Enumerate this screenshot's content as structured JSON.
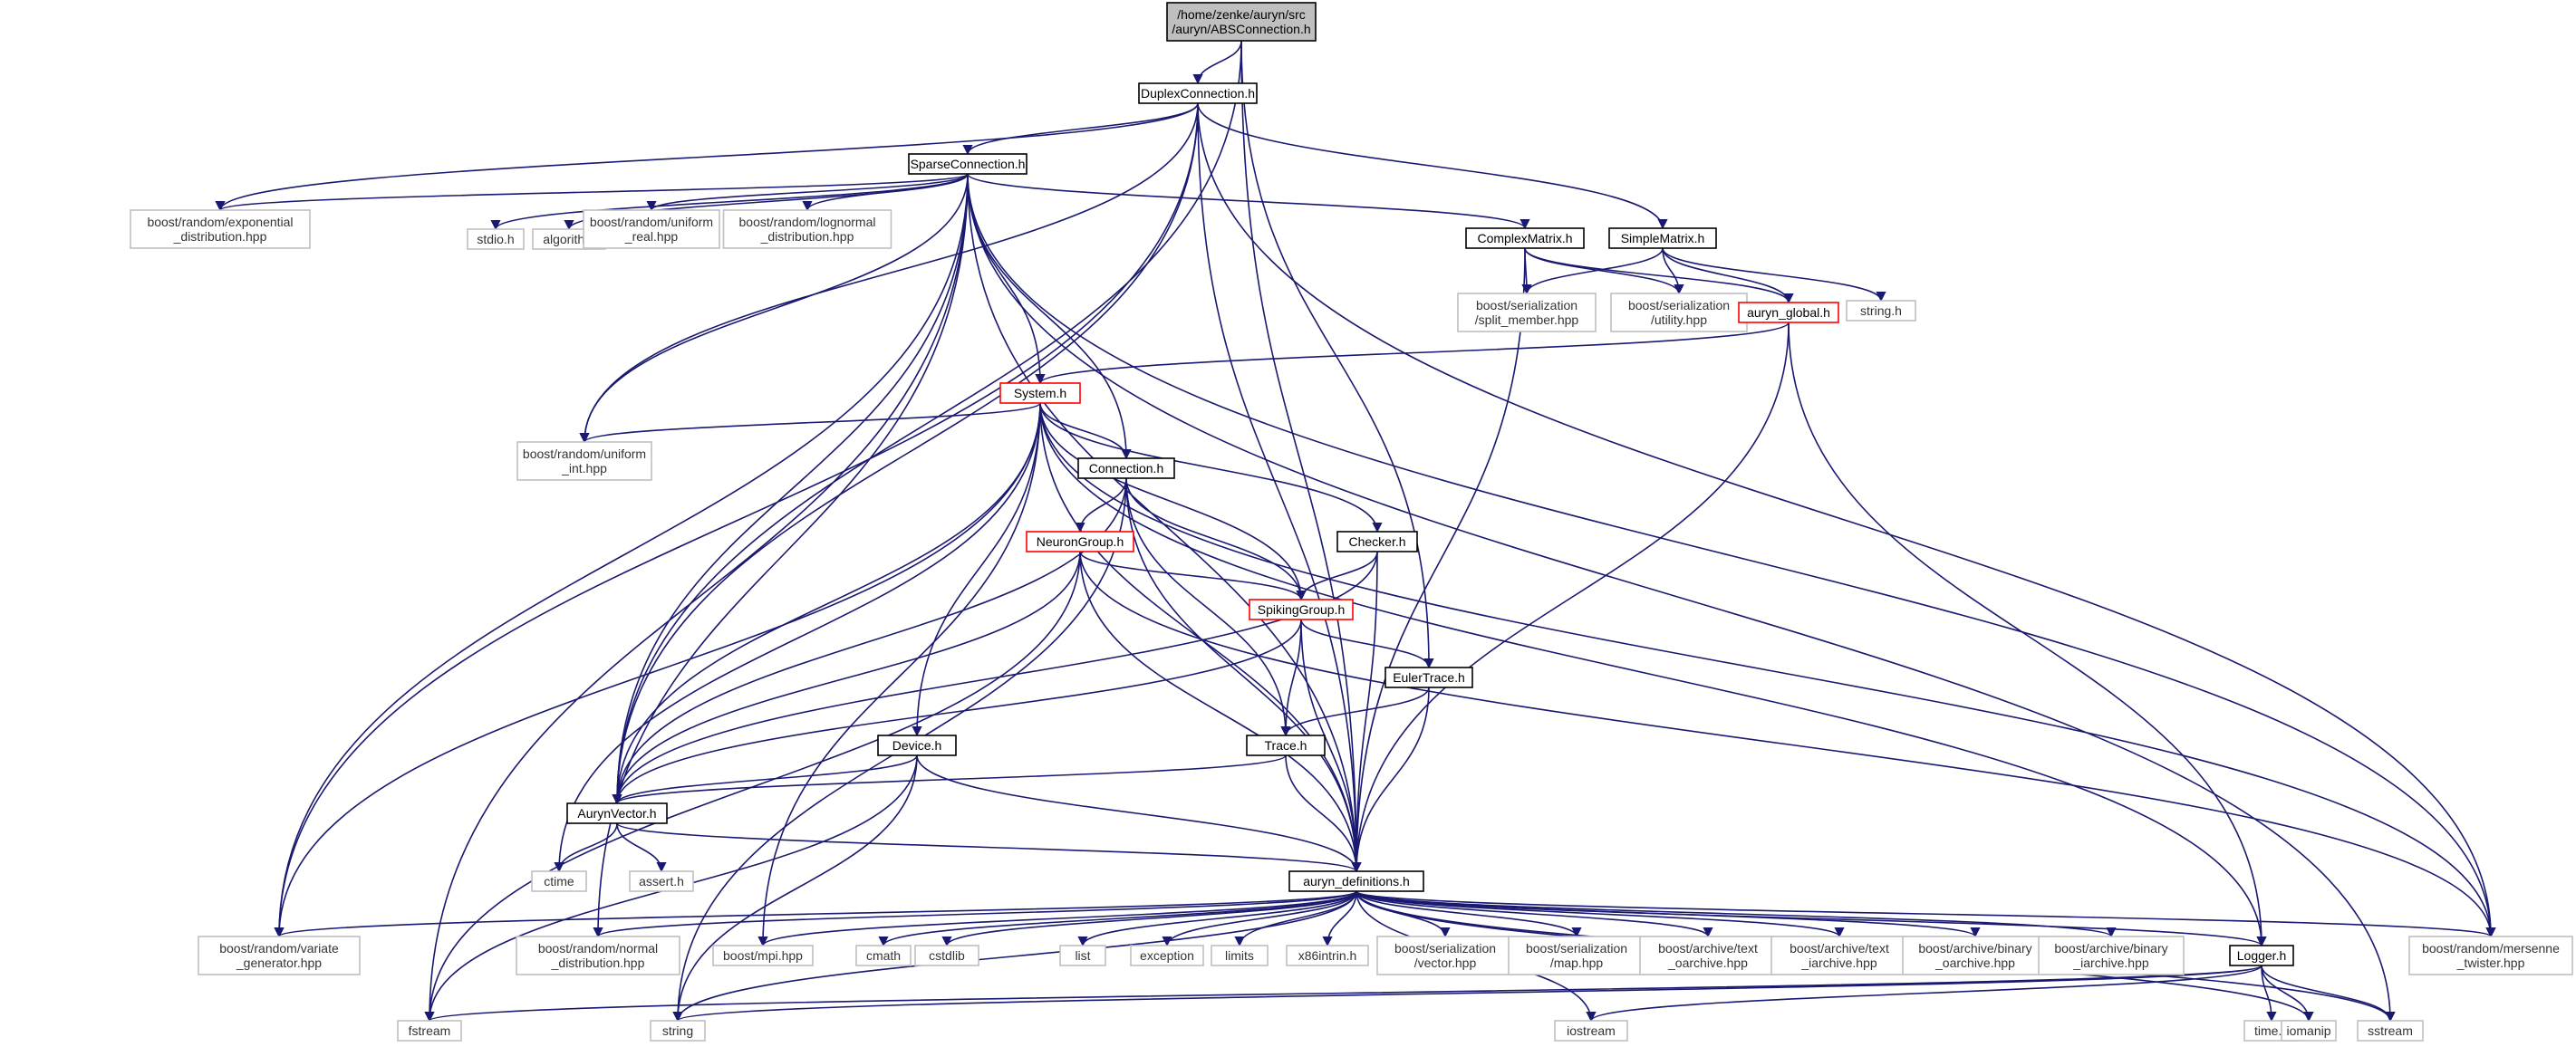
{
  "colors": {
    "edge": "#191970",
    "root_fill": "#bfbfbf",
    "root_border": "#000000",
    "internal_border": "#000000",
    "incomplete_border": "#ff0000",
    "external_border": "#bfbfbf",
    "external_text": "#333333"
  },
  "nodes": [
    {
      "id": "abs",
      "kind": "root",
      "lines": [
        "/home/zenke/auryn/src",
        "/auryn/ABSConnection.h"
      ]
    },
    {
      "id": "duplex",
      "kind": "internal",
      "lines": [
        "DuplexConnection.h"
      ]
    },
    {
      "id": "sparse",
      "kind": "internal",
      "lines": [
        "SparseConnection.h"
      ]
    },
    {
      "id": "bexp",
      "kind": "external",
      "lines": [
        "boost/random/exponential",
        "_distribution.hpp"
      ]
    },
    {
      "id": "stdio",
      "kind": "external",
      "lines": [
        "stdio.h"
      ]
    },
    {
      "id": "algorithm",
      "kind": "external",
      "lines": [
        "algorithm"
      ]
    },
    {
      "id": "bunireal",
      "kind": "external",
      "lines": [
        "boost/random/uniform",
        "_real.hpp"
      ]
    },
    {
      "id": "blognormal",
      "kind": "external",
      "lines": [
        "boost/random/lognormal",
        "_distribution.hpp"
      ]
    },
    {
      "id": "complex",
      "kind": "internal",
      "lines": [
        "ComplexMatrix.h"
      ]
    },
    {
      "id": "simple",
      "kind": "internal",
      "lines": [
        "SimpleMatrix.h"
      ]
    },
    {
      "id": "bsplit",
      "kind": "external",
      "lines": [
        "boost/serialization",
        "/split_member.hpp"
      ]
    },
    {
      "id": "butility",
      "kind": "external",
      "lines": [
        "boost/serialization",
        "/utility.hpp"
      ]
    },
    {
      "id": "global",
      "kind": "incomplete",
      "lines": [
        "auryn_global.h"
      ]
    },
    {
      "id": "stringh",
      "kind": "external",
      "lines": [
        "string.h"
      ]
    },
    {
      "id": "system",
      "kind": "incomplete",
      "lines": [
        "System.h"
      ]
    },
    {
      "id": "buniint",
      "kind": "external",
      "lines": [
        "boost/random/uniform",
        "_int.hpp"
      ]
    },
    {
      "id": "connection",
      "kind": "internal",
      "lines": [
        "Connection.h"
      ]
    },
    {
      "id": "checker",
      "kind": "internal",
      "lines": [
        "Checker.h"
      ]
    },
    {
      "id": "neurongroup",
      "kind": "incomplete",
      "lines": [
        "NeuronGroup.h"
      ]
    },
    {
      "id": "spiking",
      "kind": "incomplete",
      "lines": [
        "SpikingGroup.h"
      ]
    },
    {
      "id": "euler",
      "kind": "internal",
      "lines": [
        "EulerTrace.h"
      ]
    },
    {
      "id": "device",
      "kind": "internal",
      "lines": [
        "Device.h"
      ]
    },
    {
      "id": "trace",
      "kind": "internal",
      "lines": [
        "Trace.h"
      ]
    },
    {
      "id": "vector",
      "kind": "internal",
      "lines": [
        "AurynVector.h"
      ]
    },
    {
      "id": "ctime",
      "kind": "external",
      "lines": [
        "ctime"
      ]
    },
    {
      "id": "asserth",
      "kind": "external",
      "lines": [
        "assert.h"
      ]
    },
    {
      "id": "defs",
      "kind": "internal",
      "lines": [
        "auryn_definitions.h"
      ]
    },
    {
      "id": "bvariate",
      "kind": "external",
      "lines": [
        "boost/random/variate",
        "_generator.hpp"
      ]
    },
    {
      "id": "bnormal",
      "kind": "external",
      "lines": [
        "boost/random/normal",
        "_distribution.hpp"
      ]
    },
    {
      "id": "bmpi",
      "kind": "external",
      "lines": [
        "boost/mpi.hpp"
      ]
    },
    {
      "id": "cmath",
      "kind": "external",
      "lines": [
        "cmath"
      ]
    },
    {
      "id": "cstdlib",
      "kind": "external",
      "lines": [
        "cstdlib"
      ]
    },
    {
      "id": "list",
      "kind": "external",
      "lines": [
        "list"
      ]
    },
    {
      "id": "exception",
      "kind": "external",
      "lines": [
        "exception"
      ]
    },
    {
      "id": "limits",
      "kind": "external",
      "lines": [
        "limits"
      ]
    },
    {
      "id": "x86",
      "kind": "external",
      "lines": [
        "x86intrin.h"
      ]
    },
    {
      "id": "bvector",
      "kind": "external",
      "lines": [
        "boost/serialization",
        "/vector.hpp"
      ]
    },
    {
      "id": "bmap",
      "kind": "external",
      "lines": [
        "boost/serialization",
        "/map.hpp"
      ]
    },
    {
      "id": "btoarch",
      "kind": "external",
      "lines": [
        "boost/archive/text",
        "_oarchive.hpp"
      ]
    },
    {
      "id": "btiarch",
      "kind": "external",
      "lines": [
        "boost/archive/text",
        "_iarchive.hpp"
      ]
    },
    {
      "id": "bboarch",
      "kind": "external",
      "lines": [
        "boost/archive/binary",
        "_oarchive.hpp"
      ]
    },
    {
      "id": "bbiarch",
      "kind": "external",
      "lines": [
        "boost/archive/binary",
        "_iarchive.hpp"
      ]
    },
    {
      "id": "logger",
      "kind": "internal",
      "lines": [
        "Logger.h"
      ]
    },
    {
      "id": "bmersenne",
      "kind": "external",
      "lines": [
        "boost/random/mersenne",
        "_twister.hpp"
      ]
    },
    {
      "id": "fstream",
      "kind": "external",
      "lines": [
        "fstream"
      ]
    },
    {
      "id": "string",
      "kind": "external",
      "lines": [
        "string"
      ]
    },
    {
      "id": "iostream",
      "kind": "external",
      "lines": [
        "iostream"
      ]
    },
    {
      "id": "timeh",
      "kind": "external",
      "lines": [
        "time.h"
      ]
    },
    {
      "id": "iomanip",
      "kind": "external",
      "lines": [
        "iomanip"
      ]
    },
    {
      "id": "sstream",
      "kind": "external",
      "lines": [
        "sstream"
      ]
    }
  ],
  "edges": [
    [
      "abs",
      "duplex"
    ],
    [
      "abs",
      "vector"
    ],
    [
      "abs",
      "euler"
    ],
    [
      "abs",
      "defs"
    ],
    [
      "duplex",
      "sparse"
    ],
    [
      "duplex",
      "simple"
    ],
    [
      "duplex",
      "bexp"
    ],
    [
      "duplex",
      "buniint"
    ],
    [
      "duplex",
      "bvariate"
    ],
    [
      "duplex",
      "vector"
    ],
    [
      "duplex",
      "defs"
    ],
    [
      "duplex",
      "bmersenne"
    ],
    [
      "sparse",
      "bexp"
    ],
    [
      "sparse",
      "stdio"
    ],
    [
      "sparse",
      "algorithm"
    ],
    [
      "sparse",
      "bunireal"
    ],
    [
      "sparse",
      "blognormal"
    ],
    [
      "sparse",
      "complex"
    ],
    [
      "sparse",
      "system"
    ],
    [
      "sparse",
      "connection"
    ],
    [
      "sparse",
      "buniint"
    ],
    [
      "sparse",
      "vector"
    ],
    [
      "sparse",
      "bvariate"
    ],
    [
      "sparse",
      "fstream"
    ],
    [
      "sparse",
      "bnormal"
    ],
    [
      "sparse",
      "defs"
    ],
    [
      "sparse",
      "bmersenne"
    ],
    [
      "sparse",
      "sstream"
    ],
    [
      "complex",
      "bsplit"
    ],
    [
      "complex",
      "butility"
    ],
    [
      "complex",
      "global"
    ],
    [
      "complex",
      "defs"
    ],
    [
      "simple",
      "bsplit"
    ],
    [
      "simple",
      "butility"
    ],
    [
      "simple",
      "global"
    ],
    [
      "simple",
      "stringh"
    ],
    [
      "global",
      "system"
    ],
    [
      "global",
      "defs"
    ],
    [
      "global",
      "logger"
    ],
    [
      "system",
      "connection"
    ],
    [
      "system",
      "buniint"
    ],
    [
      "system",
      "checker"
    ],
    [
      "system",
      "spiking"
    ],
    [
      "system",
      "device"
    ],
    [
      "system",
      "vector"
    ],
    [
      "system",
      "ctime"
    ],
    [
      "system",
      "bvariate"
    ],
    [
      "system",
      "bmpi"
    ],
    [
      "system",
      "defs"
    ],
    [
      "system",
      "bmersenne"
    ],
    [
      "system",
      "logger"
    ],
    [
      "connection",
      "neurongroup"
    ],
    [
      "connection",
      "spiking"
    ],
    [
      "connection",
      "trace"
    ],
    [
      "connection",
      "vector"
    ],
    [
      "connection",
      "defs"
    ],
    [
      "connection",
      "string"
    ],
    [
      "checker",
      "spiking"
    ],
    [
      "checker",
      "vector"
    ],
    [
      "checker",
      "defs"
    ],
    [
      "neurongroup",
      "spiking"
    ],
    [
      "neurongroup",
      "vector"
    ],
    [
      "neurongroup",
      "defs"
    ],
    [
      "neurongroup",
      "fstream"
    ],
    [
      "neurongroup",
      "bmersenne"
    ],
    [
      "spiking",
      "euler"
    ],
    [
      "spiking",
      "trace"
    ],
    [
      "spiking",
      "defs"
    ],
    [
      "spiking",
      "vector"
    ],
    [
      "euler",
      "trace"
    ],
    [
      "euler",
      "defs"
    ],
    [
      "trace",
      "vector"
    ],
    [
      "trace",
      "defs"
    ],
    [
      "device",
      "vector"
    ],
    [
      "device",
      "defs"
    ],
    [
      "device",
      "fstream"
    ],
    [
      "device",
      "string"
    ],
    [
      "vector",
      "ctime"
    ],
    [
      "vector",
      "asserth"
    ],
    [
      "vector",
      "defs"
    ],
    [
      "defs",
      "bvariate"
    ],
    [
      "defs",
      "bnormal"
    ],
    [
      "defs",
      "bmpi"
    ],
    [
      "defs",
      "cmath"
    ],
    [
      "defs",
      "cstdlib"
    ],
    [
      "defs",
      "list"
    ],
    [
      "defs",
      "exception"
    ],
    [
      "defs",
      "limits"
    ],
    [
      "defs",
      "x86"
    ],
    [
      "defs",
      "bvector"
    ],
    [
      "defs",
      "bmap"
    ],
    [
      "defs",
      "btoarch"
    ],
    [
      "defs",
      "btiarch"
    ],
    [
      "defs",
      "bboarch"
    ],
    [
      "defs",
      "bbiarch"
    ],
    [
      "defs",
      "logger"
    ],
    [
      "defs",
      "bmersenne"
    ],
    [
      "defs",
      "string"
    ],
    [
      "defs",
      "iostream"
    ],
    [
      "defs",
      "iomanip"
    ],
    [
      "defs",
      "sstream"
    ],
    [
      "logger",
      "fstream"
    ],
    [
      "logger",
      "string"
    ],
    [
      "logger",
      "iostream"
    ],
    [
      "logger",
      "timeh"
    ],
    [
      "logger",
      "iomanip"
    ],
    [
      "logger",
      "sstream"
    ]
  ]
}
